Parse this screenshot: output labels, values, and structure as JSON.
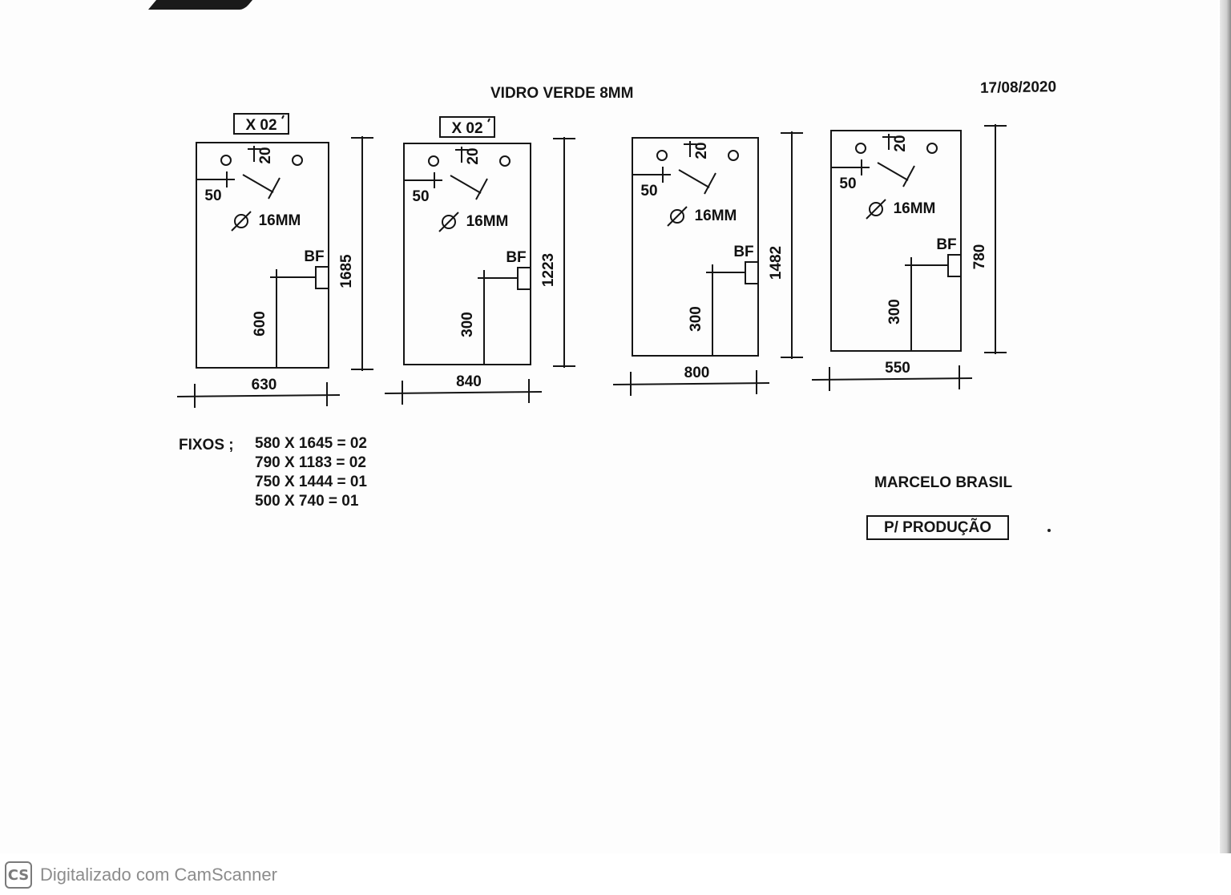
{
  "document": {
    "title": "VIDRO VERDE  8MM",
    "date": "17/08/2020",
    "panels": [
      {
        "qty_label": "X 02",
        "width": "630",
        "height": "1685",
        "hole_offset_top": "20",
        "hole_offset_side": "50",
        "hole_diameter": "16MM",
        "lock_label": "BF",
        "lock_height": "600"
      },
      {
        "qty_label": "X 02",
        "width": "840",
        "height": "1223",
        "hole_offset_top": "20",
        "hole_offset_side": "50",
        "hole_diameter": "16MM",
        "lock_label": "BF",
        "lock_height": "300"
      },
      {
        "qty_label": "",
        "width": "800",
        "height": "1482",
        "hole_offset_top": "20",
        "hole_offset_side": "50",
        "hole_diameter": "16MM",
        "lock_label": "BF",
        "lock_height": "300"
      },
      {
        "qty_label": "",
        "width": "550",
        "height": "780",
        "hole_offset_top": "20",
        "hole_offset_side": "50",
        "hole_diameter": "16MM",
        "lock_label": "BF",
        "lock_height": "300"
      }
    ],
    "fixos": {
      "label": "FIXOS ;",
      "items": [
        "580 X 1645 = 02",
        "790 X 1183 = 02",
        "750 X 1444 = 01",
        "500 X 740 = 01"
      ]
    },
    "author": "MARCELO BRASIL",
    "stamp": "P/ PRODUÇÃO"
  },
  "footer": {
    "logo_text": "CS",
    "text": "Digitalizado com CamScanner"
  }
}
